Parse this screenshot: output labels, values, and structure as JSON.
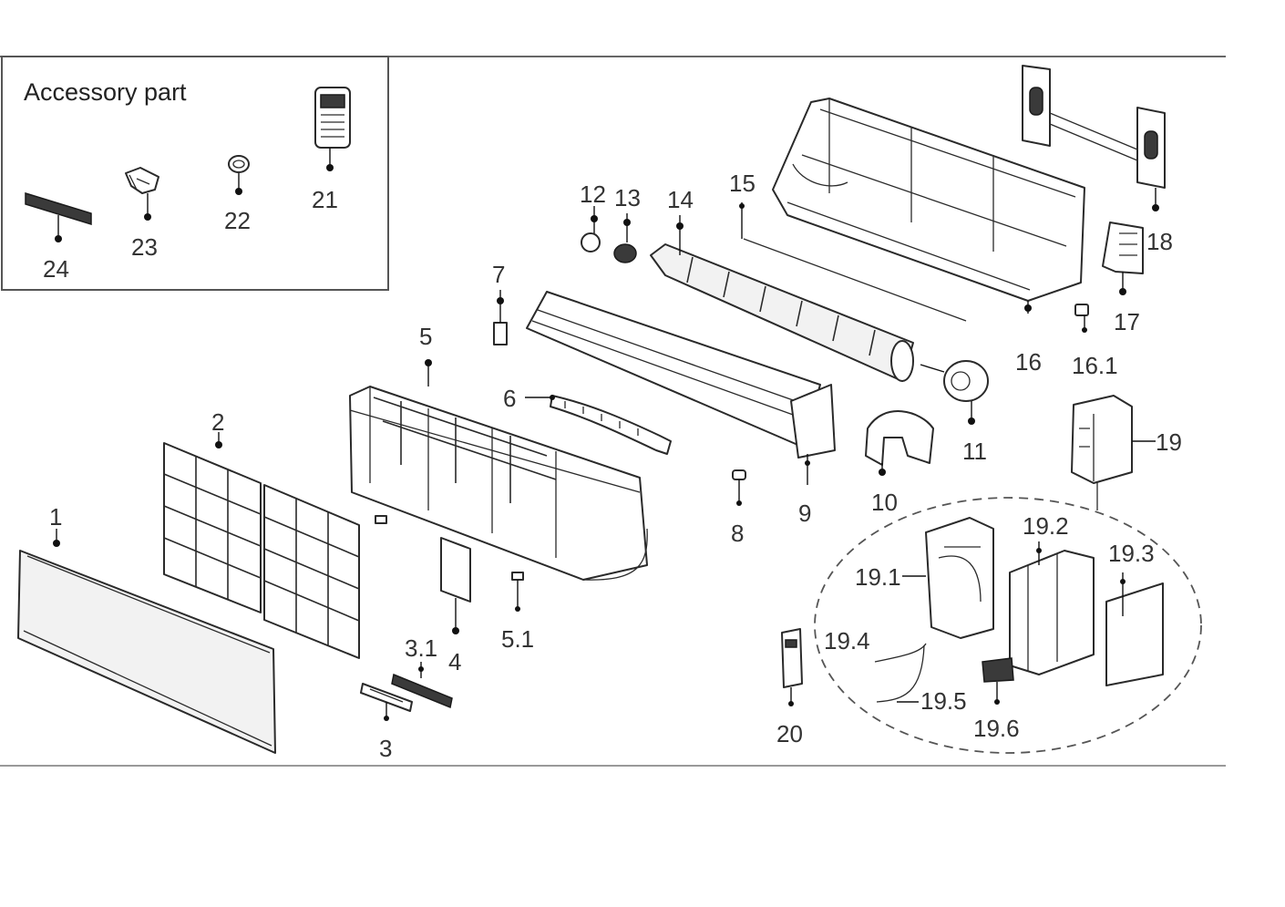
{
  "accessory_box": {
    "title": "Accessory part"
  },
  "labels": {
    "l1": "1",
    "l2": "2",
    "l3": "3",
    "l3_1": "3.1",
    "l4": "4",
    "l5": "5",
    "l5_1": "5.1",
    "l6": "6",
    "l7": "7",
    "l8": "8",
    "l9": "9",
    "l10": "10",
    "l11": "11",
    "l12": "12",
    "l13": "13",
    "l14": "14",
    "l15": "15",
    "l16": "16",
    "l16_1": "16.1",
    "l17": "17",
    "l18": "18",
    "l19": "19",
    "l19_1": "19.1",
    "l19_2": "19.2",
    "l19_3": "19.3",
    "l19_4": "19.4",
    "l19_5": "19.5",
    "l19_6": "19.6",
    "l20": "20",
    "l21": "21",
    "l22": "22",
    "l23": "23",
    "l24": "24"
  }
}
